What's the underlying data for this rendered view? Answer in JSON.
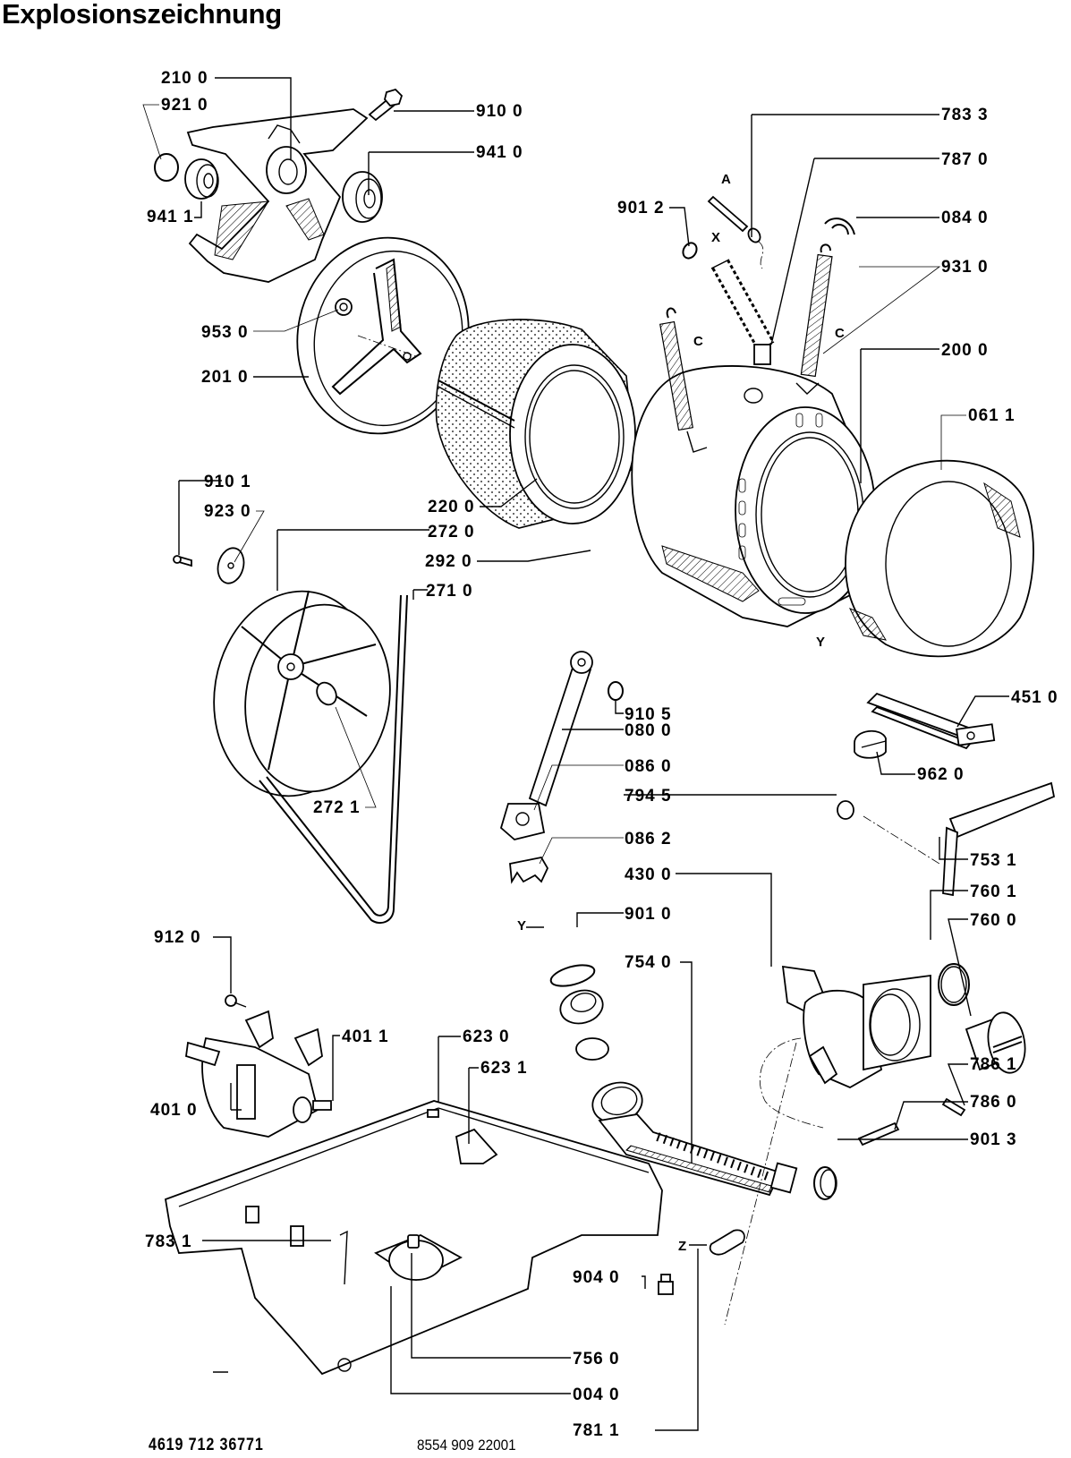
{
  "title": "Explosionszeichnung",
  "footer": {
    "left_code": "4619 712 36771",
    "right_code": "8554 909 22001"
  },
  "labels": {
    "p2100": "210 0",
    "p9210": "921 0",
    "p9100": "910 0",
    "p9410": "941 0",
    "p9411": "941 1",
    "p9530": "953 0",
    "p2010": "201 0",
    "p7833": "783 3",
    "p7870": "787 0",
    "p9012": "901 2",
    "p0840": "084 0",
    "p9310": "931 0",
    "p2000": "200 0",
    "p0611": "061 1",
    "p9101": "910 1",
    "p9230": "923 0",
    "p2200": "220 0",
    "p2720": "272 0",
    "p2920": "292 0",
    "p2710": "271 0",
    "p2721": "272 1",
    "p9105": "910 5",
    "p0800": "080 0",
    "p0860": "086 0",
    "p7945": "794 5",
    "p0862": "086 2",
    "p4300": "430 0",
    "p9010": "901 0",
    "p7540": "754 0",
    "p4510": "451 0",
    "p9620": "962 0",
    "p7531": "753 1",
    "p7601": "760 1",
    "p7600": "760 0",
    "p7861": "786 1",
    "p7860": "786 0",
    "p9013": "901 3",
    "p9120": "912 0",
    "p4011": "401 1",
    "p4010": "401 0",
    "p6230": "623 0",
    "p6231": "623 1",
    "p7831": "783 1",
    "p9040": "904 0",
    "p7560": "756 0",
    "p0040": "004 0",
    "p7811": "781 1"
  },
  "markers": {
    "A": "A",
    "X": "X",
    "C1": "C",
    "C2": "C",
    "Y1": "Y",
    "Y2": "Y",
    "Z": "Z"
  }
}
